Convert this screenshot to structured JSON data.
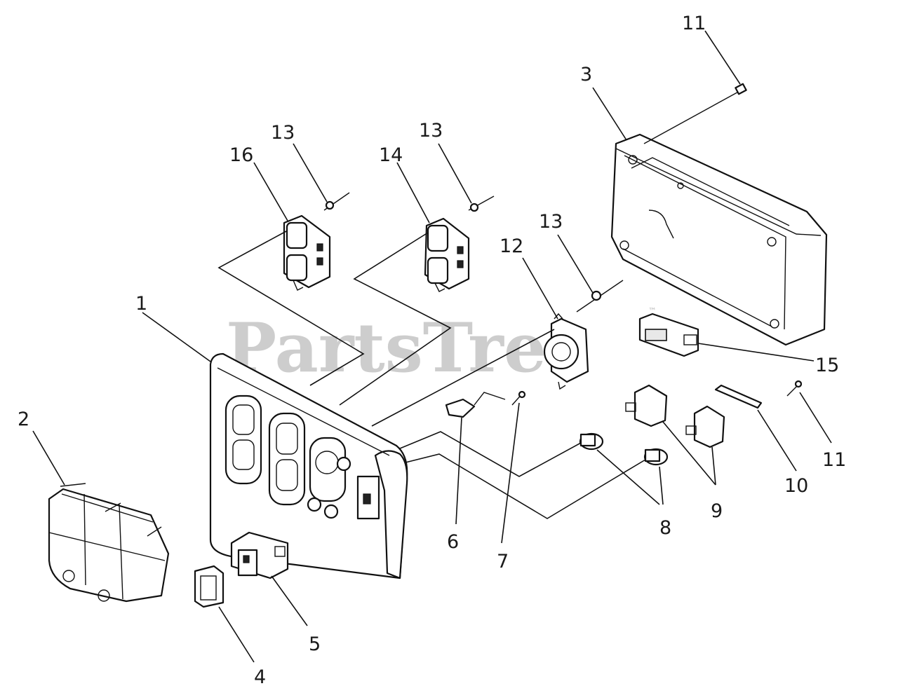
{
  "watermark": {
    "text": "PartsTree",
    "trademark": "™"
  },
  "callouts": [
    {
      "id": "c1",
      "text": "1"
    },
    {
      "id": "c2",
      "text": "2"
    },
    {
      "id": "c3",
      "text": "3"
    },
    {
      "id": "c4",
      "text": "4"
    },
    {
      "id": "c5",
      "text": "5"
    },
    {
      "id": "c6",
      "text": "6"
    },
    {
      "id": "c7",
      "text": "7"
    },
    {
      "id": "c8",
      "text": "8"
    },
    {
      "id": "c9",
      "text": "9"
    },
    {
      "id": "c10",
      "text": "10"
    },
    {
      "id": "c11a",
      "text": "11"
    },
    {
      "id": "c11b",
      "text": "11"
    },
    {
      "id": "c12",
      "text": "12"
    },
    {
      "id": "c13a",
      "text": "13"
    },
    {
      "id": "c13b",
      "text": "13"
    },
    {
      "id": "c13c",
      "text": "13"
    },
    {
      "id": "c14",
      "text": "14"
    },
    {
      "id": "c15",
      "text": "15"
    },
    {
      "id": "c16",
      "text": "16"
    }
  ]
}
